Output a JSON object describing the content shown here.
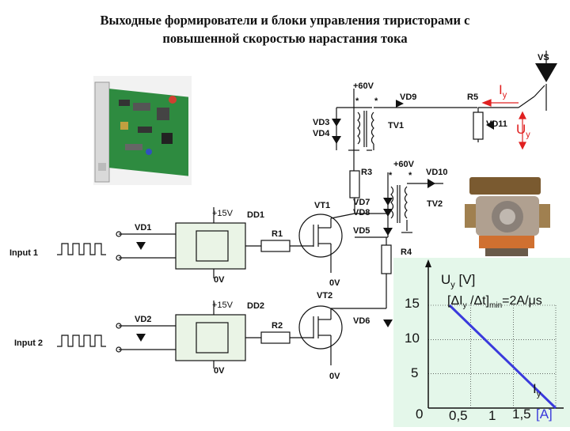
{
  "title": {
    "line1": "Выходные формирователи и блоки управления тиристорами с",
    "line2": "повышенной скоростью нарастания тока"
  },
  "labels": {
    "vs": "VS",
    "plus60_top": "+60V",
    "star": "*",
    "vd9": "VD9",
    "r5": "R5",
    "iy_top": "I",
    "iy_top_sub": "y",
    "uy_top": "U",
    "uy_top_sub": "y",
    "vd3": "VD3",
    "vd4": "VD4",
    "tv1": "TV1",
    "vd11": "VD11",
    "plus60_mid": "+60V",
    "r3": "R3",
    "vd10": "VD10",
    "tv2": "TV2",
    "vt1": "VT1",
    "vd7": "VD7",
    "vd8": "VD8",
    "plus15_1": "+15V",
    "dd1": "DD1",
    "vd1": "VD1",
    "r1": "R1",
    "vd5": "VD5",
    "input1": "Input 1",
    "r4": "R4",
    "zero_v_a": "0V",
    "zero_v_b": "0V",
    "vt2": "VT2",
    "plus15_2": "+15V",
    "dd2": "DD2",
    "vd2": "VD2",
    "r2": "R2",
    "vd6": "VD6",
    "input2": "Input 2",
    "zero_v_c": "0V",
    "zero_v_d": "0V"
  },
  "graph": {
    "ylabel_main": "U",
    "ylabel_sub": "y",
    "ylabel_unit": "[V]",
    "slope_label": "[ΔI",
    "slope_sub": "y",
    "slope_rest": " /Δt]",
    "slope_min": "min",
    "slope_value": "=2A/μs",
    "xlabel_main": "I",
    "xlabel_sub": "y",
    "xunit": "[A]",
    "yticks": [
      "15",
      "10",
      "5"
    ],
    "xticks": [
      "0",
      "0,5",
      "1",
      "1,5"
    ]
  },
  "chart_data": {
    "type": "line",
    "x": [
      0.25,
      1.5
    ],
    "series": [
      {
        "values": [
          15,
          0
        ]
      }
    ],
    "xlim": [
      0,
      1.5
    ],
    "ylim": [
      0,
      15
    ],
    "grid": true
  },
  "colors": {
    "graph_bg": "#e4f7ea",
    "line": "#3a3adc",
    "accent": "#e02020"
  }
}
